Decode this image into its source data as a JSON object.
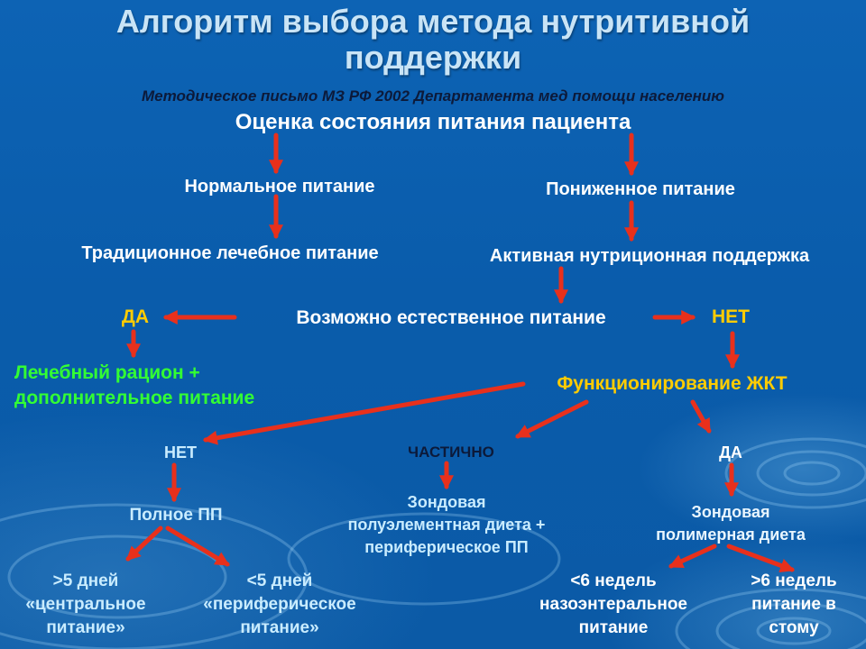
{
  "title": "Алгоритм выбора метода нутритивной поддержки",
  "subtitle": "Методическое письмо МЗ РФ 2002 Департамента мед помощи населению",
  "nodes": {
    "assessment": "Оценка состояния питания пациента",
    "normal": "Нормальное питание",
    "reduced": "Пониженное питание",
    "traditional": "Традиционное лечебное питание",
    "active": "Активная нутриционная поддержка",
    "natural_possible": "Возможно естественное питание",
    "yes1": "ДА",
    "no1": "НЕТ",
    "diet_line1": "Лечебный рацион +",
    "diet_line2": "дополнительное питание",
    "gi_function": "Функционирование ЖКТ",
    "no2": "НЕТ",
    "partial": "ЧАСТИЧНО",
    "yes2": "ДА",
    "full_pn": "Полное ПП",
    "tube_semi": [
      "Зондовая",
      "полуэлементная диета +",
      "периферическое ПП"
    ],
    "tube_poly": [
      "Зондовая",
      "полимерная диета"
    ],
    "gt5": [
      ">5 дней",
      "«центральное",
      "питание»"
    ],
    "lt5": [
      "<5 дней",
      "«периферическое",
      "питание»"
    ],
    "lt6w": [
      "<6 недель",
      "назоэнтеральное",
      "питание"
    ],
    "gt6w": [
      ">6 недель",
      "питание в",
      "стому"
    ]
  },
  "colors": {
    "arrow": "#e8301c",
    "yes_no": "#ffcc00",
    "diet": "#33ff33",
    "outcome": "#c9ecff"
  }
}
